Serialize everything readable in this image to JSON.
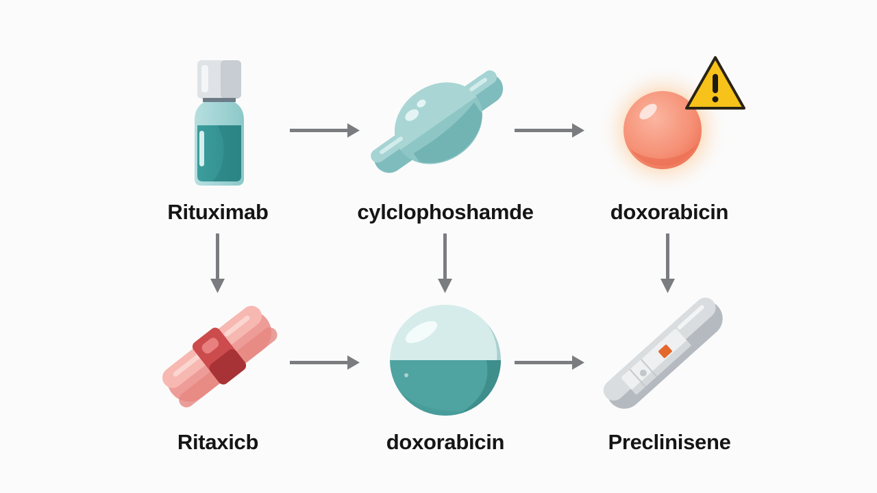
{
  "diagram": {
    "arrow_color": "#7a7c80",
    "nodes": [
      {
        "id": "n1",
        "label": "Rituximab",
        "icon": "vial-icon",
        "row": 1,
        "col": 1
      },
      {
        "id": "n2",
        "label": "cylclophoshamde",
        "icon": "capsule-blob-icon",
        "row": 1,
        "col": 2
      },
      {
        "id": "n3",
        "label": "doxorabicin",
        "icon": "glowing-sphere-icon",
        "row": 1,
        "col": 3,
        "badge": "warning-icon"
      },
      {
        "id": "n4",
        "label": "Ritaxicb",
        "icon": "capsule-pill-icon",
        "row": 2,
        "col": 1
      },
      {
        "id": "n5",
        "label": "doxorabicin",
        "icon": "half-tablet-icon",
        "row": 2,
        "col": 2
      },
      {
        "id": "n6",
        "label": "Preclinisene",
        "icon": "test-strip-icon",
        "row": 2,
        "col": 3
      }
    ],
    "edges": [
      {
        "from": "n1",
        "to": "n2",
        "direction": "right"
      },
      {
        "from": "n2",
        "to": "n3",
        "direction": "right"
      },
      {
        "from": "n1",
        "to": "n4",
        "direction": "down"
      },
      {
        "from": "n2",
        "to": "n5",
        "direction": "down"
      },
      {
        "from": "n3",
        "to": "n6",
        "direction": "down"
      },
      {
        "from": "n4",
        "to": "n5",
        "direction": "right"
      },
      {
        "from": "n5",
        "to": "n6",
        "direction": "right"
      }
    ],
    "colors": {
      "teal": "#4fa3a0",
      "teal_light": "#a9d4d2",
      "pink": "#ef9c98",
      "red_band": "#c9464a",
      "orange_sphere": "#f6866a",
      "warning_yellow": "#f7c21a",
      "strip_gray": "#b9bec2",
      "strip_marker": "#e4672c"
    }
  }
}
